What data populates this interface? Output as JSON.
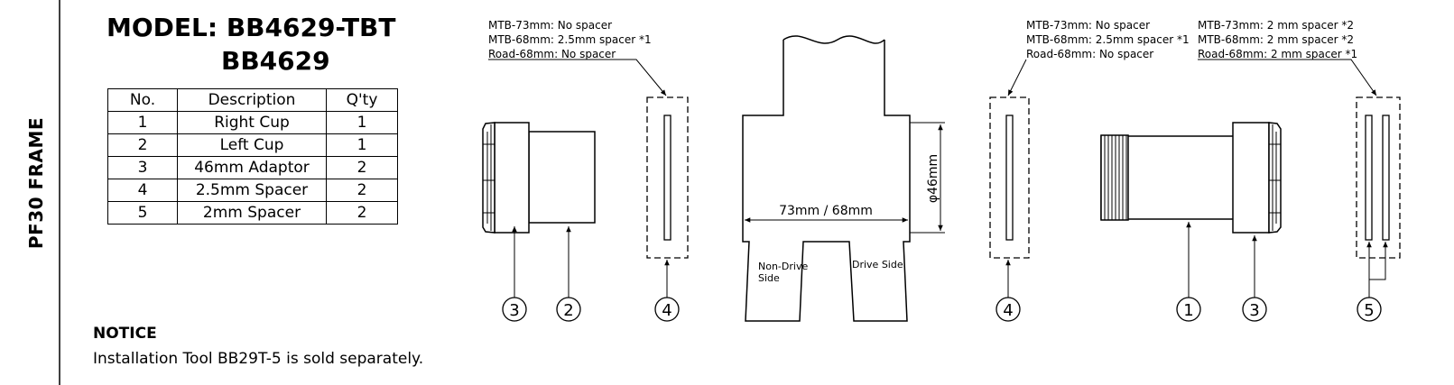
{
  "frame_label": "PF30 FRAME",
  "model": {
    "line1": "MODEL: BB4629-TBT",
    "line2": "BB4629"
  },
  "parts_table": {
    "headers": [
      "No.",
      "Description",
      "Q'ty"
    ],
    "rows": [
      [
        "1",
        "Right Cup",
        "1"
      ],
      [
        "2",
        "Left Cup",
        "1"
      ],
      [
        "3",
        "46mm Adaptor",
        "2"
      ],
      [
        "4",
        "2.5mm Spacer",
        "2"
      ],
      [
        "5",
        "2mm Spacer",
        "2"
      ]
    ]
  },
  "notice": {
    "title": "NOTICE",
    "text": "Installation Tool BB29T-5 is sold separately."
  },
  "diagram": {
    "left_spacer_note": [
      "MTB-73mm: No spacer",
      "MTB-68mm: 2.5mm spacer *1",
      "Road-68mm: No spacer"
    ],
    "right_spacer_note": [
      "MTB-73mm: No spacer",
      "MTB-68mm: 2.5mm spacer *1",
      "Road-68mm: No spacer"
    ],
    "far_right_spacer_note": [
      "MTB-73mm: 2 mm spacer *2",
      "MTB-68mm: 2 mm spacer *2",
      "Road-68mm: 2 mm spacer *1"
    ],
    "shell_width_label": "73mm / 68mm",
    "shell_diameter_label": "φ46mm",
    "non_drive_side_label": [
      "Non-Drive",
      "Side"
    ],
    "drive_side_label": "Drive Side",
    "callouts": [
      "3",
      "2",
      "4",
      "4",
      "1",
      "3",
      "5"
    ]
  }
}
